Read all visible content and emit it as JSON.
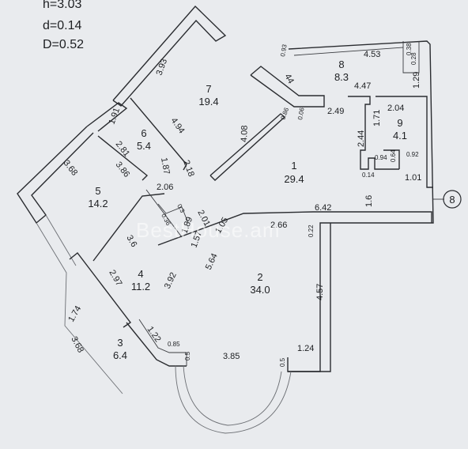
{
  "params": {
    "h": "h=3.03",
    "d": "d=0.14",
    "D": "D=0.52"
  },
  "axis_marker": "8",
  "watermark": "BestHouse.am",
  "rooms": [
    {
      "num": "1",
      "area": "29.4"
    },
    {
      "num": "2",
      "area": "34.0"
    },
    {
      "num": "3",
      "area": "6.4"
    },
    {
      "num": "4",
      "area": "11.2"
    },
    {
      "num": "5",
      "area": "14.2"
    },
    {
      "num": "6",
      "area": "5.4"
    },
    {
      "num": "7",
      "area": "19.4"
    },
    {
      "num": "8",
      "area": "8.3"
    },
    {
      "num": "9",
      "area": "4.1"
    }
  ],
  "dims": {
    "d393": "3.93",
    "d191": "1.91",
    "d494": "4.94",
    "d281": "2.81",
    "d368a": "3.68",
    "d386": "3.86",
    "d187": "1.87",
    "d218": "2.18",
    "d408": "4.08",
    "d093": "0.93",
    "d44": "44",
    "d453": "4.53",
    "d038": "0.38",
    "d028": "0.28",
    "d129": "1.29",
    "d447": "4.47",
    "d249": "2.49",
    "d086": "0.86",
    "d006": "0.06",
    "d204": "2.04",
    "d244": "2.44",
    "d171": "1.71",
    "d094": "0.94",
    "d064": "0.64",
    "d092": "0.92",
    "d014": "0.14",
    "d101": "1.01",
    "d16": "1.6",
    "d642": "6.42",
    "d206": "2.06",
    "d208": "2.01",
    "d105": "1.05",
    "d266": "2.66",
    "d022": "0.22",
    "d036": "0.36",
    "d03": "0.3",
    "d189": "1.89",
    "d157": "1.57",
    "d36": "3.6",
    "d564": "5.64",
    "d297": "2.97",
    "d392": "3.92",
    "d457": "4.57",
    "d174": "1.74",
    "d368b": "3.68",
    "d122": "1.22",
    "d085": "0.85",
    "d05a": "0.5",
    "d385": "3.85",
    "d05b": "0.5",
    "d124": "1.24"
  }
}
